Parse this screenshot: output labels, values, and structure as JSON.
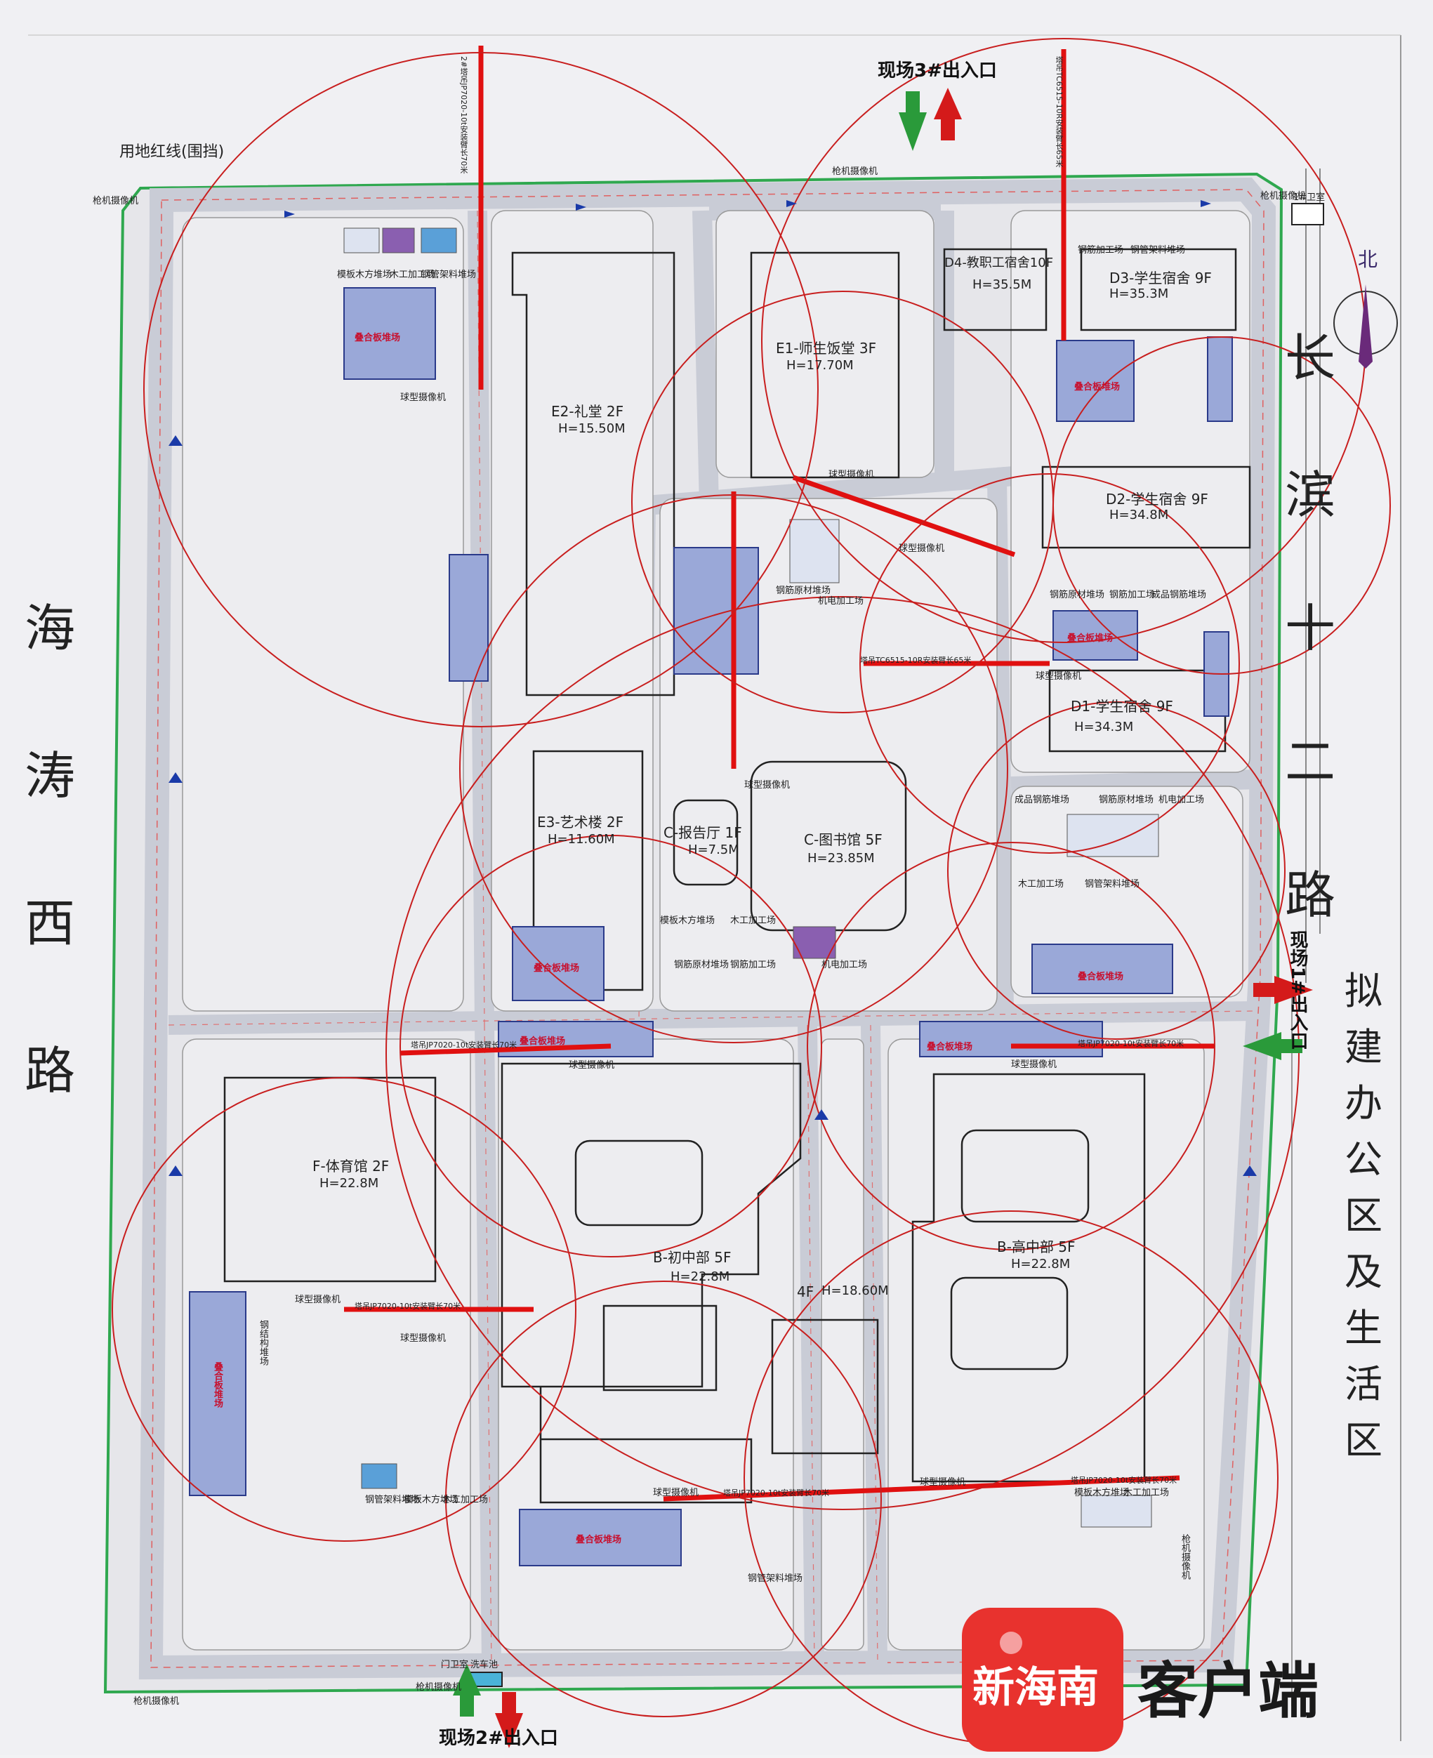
{
  "map": {
    "roads": {
      "west": "海涛西路",
      "east": "长滨十二路"
    },
    "boundary_label": "用地红线(围挡)",
    "north_label": "北",
    "proposed_area": "拟建办公区及生活区",
    "entrances": {
      "gate1": "现场1#出入口",
      "gate2": "现场2#出入口",
      "gate3": "现场3#出入口"
    },
    "buildings": {
      "E2": {
        "name": "E2-礼堂 2F",
        "height": "H=15.50M"
      },
      "E1": {
        "name": "E1-师生饭堂 3F",
        "height": "H=17.70M"
      },
      "D4": {
        "name": "D4-教职工宿舍10F",
        "height": "H=35.5M"
      },
      "D3": {
        "name": "D3-学生宿舍 9F",
        "height": "H=35.3M"
      },
      "D2": {
        "name": "D2-学生宿舍 9F",
        "height": "H=34.8M"
      },
      "D1": {
        "name": "D1-学生宿舍 9F",
        "height": "H=34.3M"
      },
      "E3": {
        "name": "E3-艺术楼 2F",
        "height": "H=11.60M"
      },
      "C_hall": {
        "name": "C-报告厅 1F",
        "height": "H=7.5M"
      },
      "C_lib": {
        "name": "C-图书馆 5F",
        "height": "H=23.85M"
      },
      "F": {
        "name": "F-体育馆 2F",
        "height": "H=22.8M"
      },
      "B_junior": {
        "name": "B-初中部 5F",
        "height": "H=22.8M"
      },
      "B_senior": {
        "name": "B-高中部 5F",
        "height": "H=22.8M"
      },
      "B_4F": {
        "name": "4F",
        "height": "H=18.60M"
      }
    },
    "labels": {
      "stack_board": "叠合板堆场",
      "gun_camera": "枪机摄像机",
      "ball_camera": "球型摄像机",
      "guard_room": "门卫室",
      "wash_pool": "洗车池",
      "guard_room_1": "1#卫室",
      "template_wood": "模板木方堆场",
      "wood_work": "木工加工场",
      "steel_material": "钢管架料堆场",
      "rebar_raw": "钢筋原材堆场",
      "rebar_work": "钢筋加工场",
      "rebar_done": "成品钢筋堆场",
      "mep_work": "机电加工场",
      "steel_struct": "钢结构堆场",
      "crane_d": "塔吊TC6515-10R安装臂长65米",
      "crane_e": "2#塔吊JP7020-10t安装臂长70米",
      "crane_b": "塔吊JP7020-10t安装臂长70米"
    },
    "watermark": {
      "logo_text": "新海南",
      "suffix": "客户端"
    },
    "colors": {
      "road": "#c9ccd6",
      "boundary": "#2fa84f",
      "crane_circle": "#c81e1e",
      "crane_arm": "#e01010",
      "building_outline": "#222222",
      "arrow_in": "#2a9a3a",
      "arrow_out": "#d41a1a",
      "logo_bg": "#e8322e"
    }
  }
}
